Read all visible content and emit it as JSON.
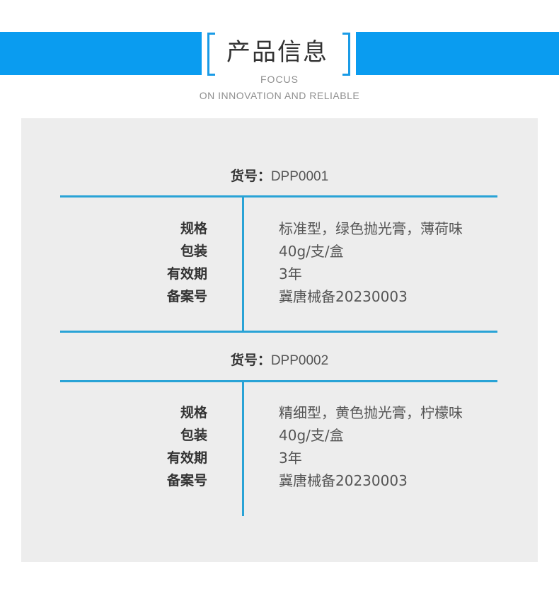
{
  "header": {
    "title": "产品信息",
    "subtitle": "FOCUS",
    "slogan": "ON INNOVATION AND RELIABLE",
    "accent_color": "#0a9cf0",
    "line_color": "#29a3d6"
  },
  "products": [
    {
      "sku_label": "货号：",
      "sku_value": "DPP0001",
      "fields": [
        {
          "label": "规格",
          "value": "标准型，绿色抛光膏，薄荷味"
        },
        {
          "label": "包装",
          "value": "40g/支/盒"
        },
        {
          "label": "有效期",
          "value": "3年"
        },
        {
          "label": "备案号",
          "value": "冀唐械备20230003"
        }
      ]
    },
    {
      "sku_label": "货号：",
      "sku_value": "DPP0002",
      "fields": [
        {
          "label": "规格",
          "value": "精细型，黄色抛光膏，柠檬味"
        },
        {
          "label": "包装",
          "value": "40g/支/盒"
        },
        {
          "label": "有效期",
          "value": "3年"
        },
        {
          "label": "备案号",
          "value": "冀唐械备20230003"
        }
      ]
    }
  ]
}
